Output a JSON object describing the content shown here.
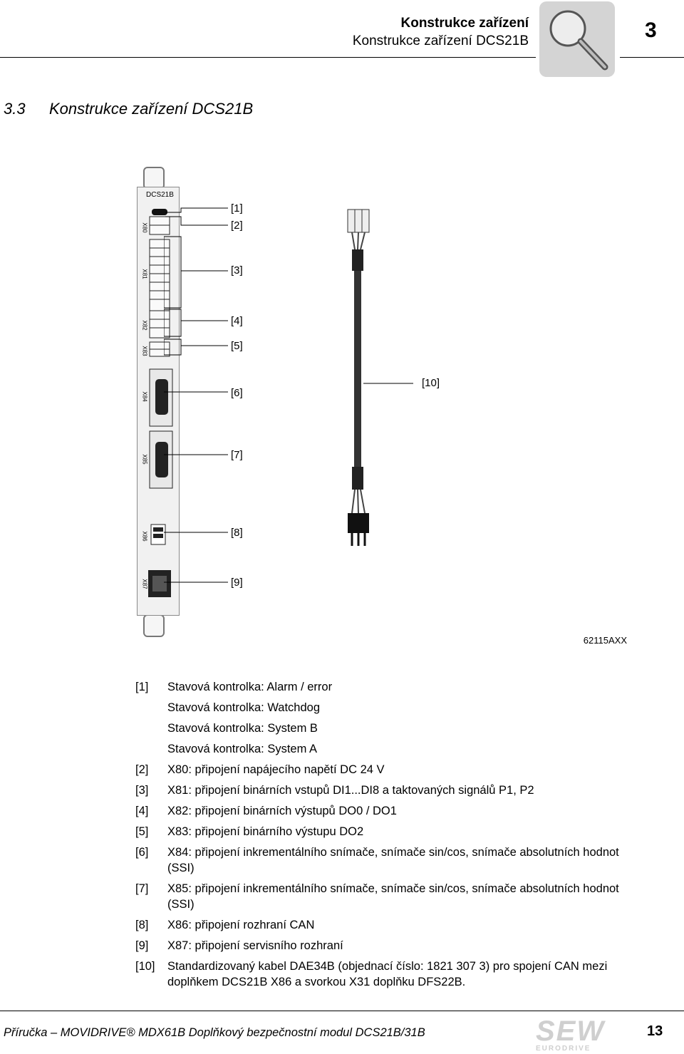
{
  "header": {
    "title": "Konstrukce zařízení",
    "subtitle": "Konstrukce zařízení DCS21B",
    "chapter": "3",
    "icon": "magnifier-icon"
  },
  "section": {
    "number": "3.3",
    "title": "Konstrukce zařízení DCS21B"
  },
  "figure": {
    "module_label": "DCS21B",
    "connector_labels": [
      "X80",
      "X81",
      "X82",
      "X83",
      "X84",
      "X85",
      "X86",
      "X87"
    ],
    "callouts": [
      "[1]",
      "[2]",
      "[3]",
      "[4]",
      "[5]",
      "[6]",
      "[7]",
      "[8]",
      "[9]",
      "[10]"
    ],
    "figure_id": "62115AXX"
  },
  "legend": [
    {
      "key": "[1]",
      "text": "Stavová kontrolka: Alarm / error"
    },
    {
      "key": "",
      "text": "Stavová kontrolka: Watchdog"
    },
    {
      "key": "",
      "text": "Stavová kontrolka: System B"
    },
    {
      "key": "",
      "text": "Stavová kontrolka: System A"
    },
    {
      "key": "[2]",
      "text": "X80: připojení napájecího napětí DC 24 V"
    },
    {
      "key": "[3]",
      "text": "X81: připojení binárních vstupů DI1...DI8 a taktovaných signálů P1, P2"
    },
    {
      "key": "[4]",
      "text": "X82: připojení binárních výstupů DO0 / DO1"
    },
    {
      "key": "[5]",
      "text": "X83: připojení binárního výstupu DO2"
    },
    {
      "key": "[6]",
      "text": "X84: připojení inkrementálního snímače, snímače sin/cos, snímače absolutních hodnot (SSI)"
    },
    {
      "key": "[7]",
      "text": "X85: připojení inkrementálního snímače, snímače sin/cos, snímače absolutních hodnot (SSI)"
    },
    {
      "key": "[8]",
      "text": "X86: připojení rozhraní CAN"
    },
    {
      "key": "[9]",
      "text": "X87: připojení servisního rozhraní"
    },
    {
      "key": "[10]",
      "text": "Standardizovaný kabel DAE34B (objednací číslo: 1821 307 3) pro spojení CAN mezi doplňkem DCS21B X86 a svorkou X31 doplňku DFS22B."
    }
  ],
  "footer": {
    "text": "Příručka – MOVIDRIVE® MDX61B Doplňkový bezpečnostní modul DCS21B/31B",
    "page": "13",
    "logo_text": "SEW",
    "logo_sub": "EURODRIVE"
  }
}
